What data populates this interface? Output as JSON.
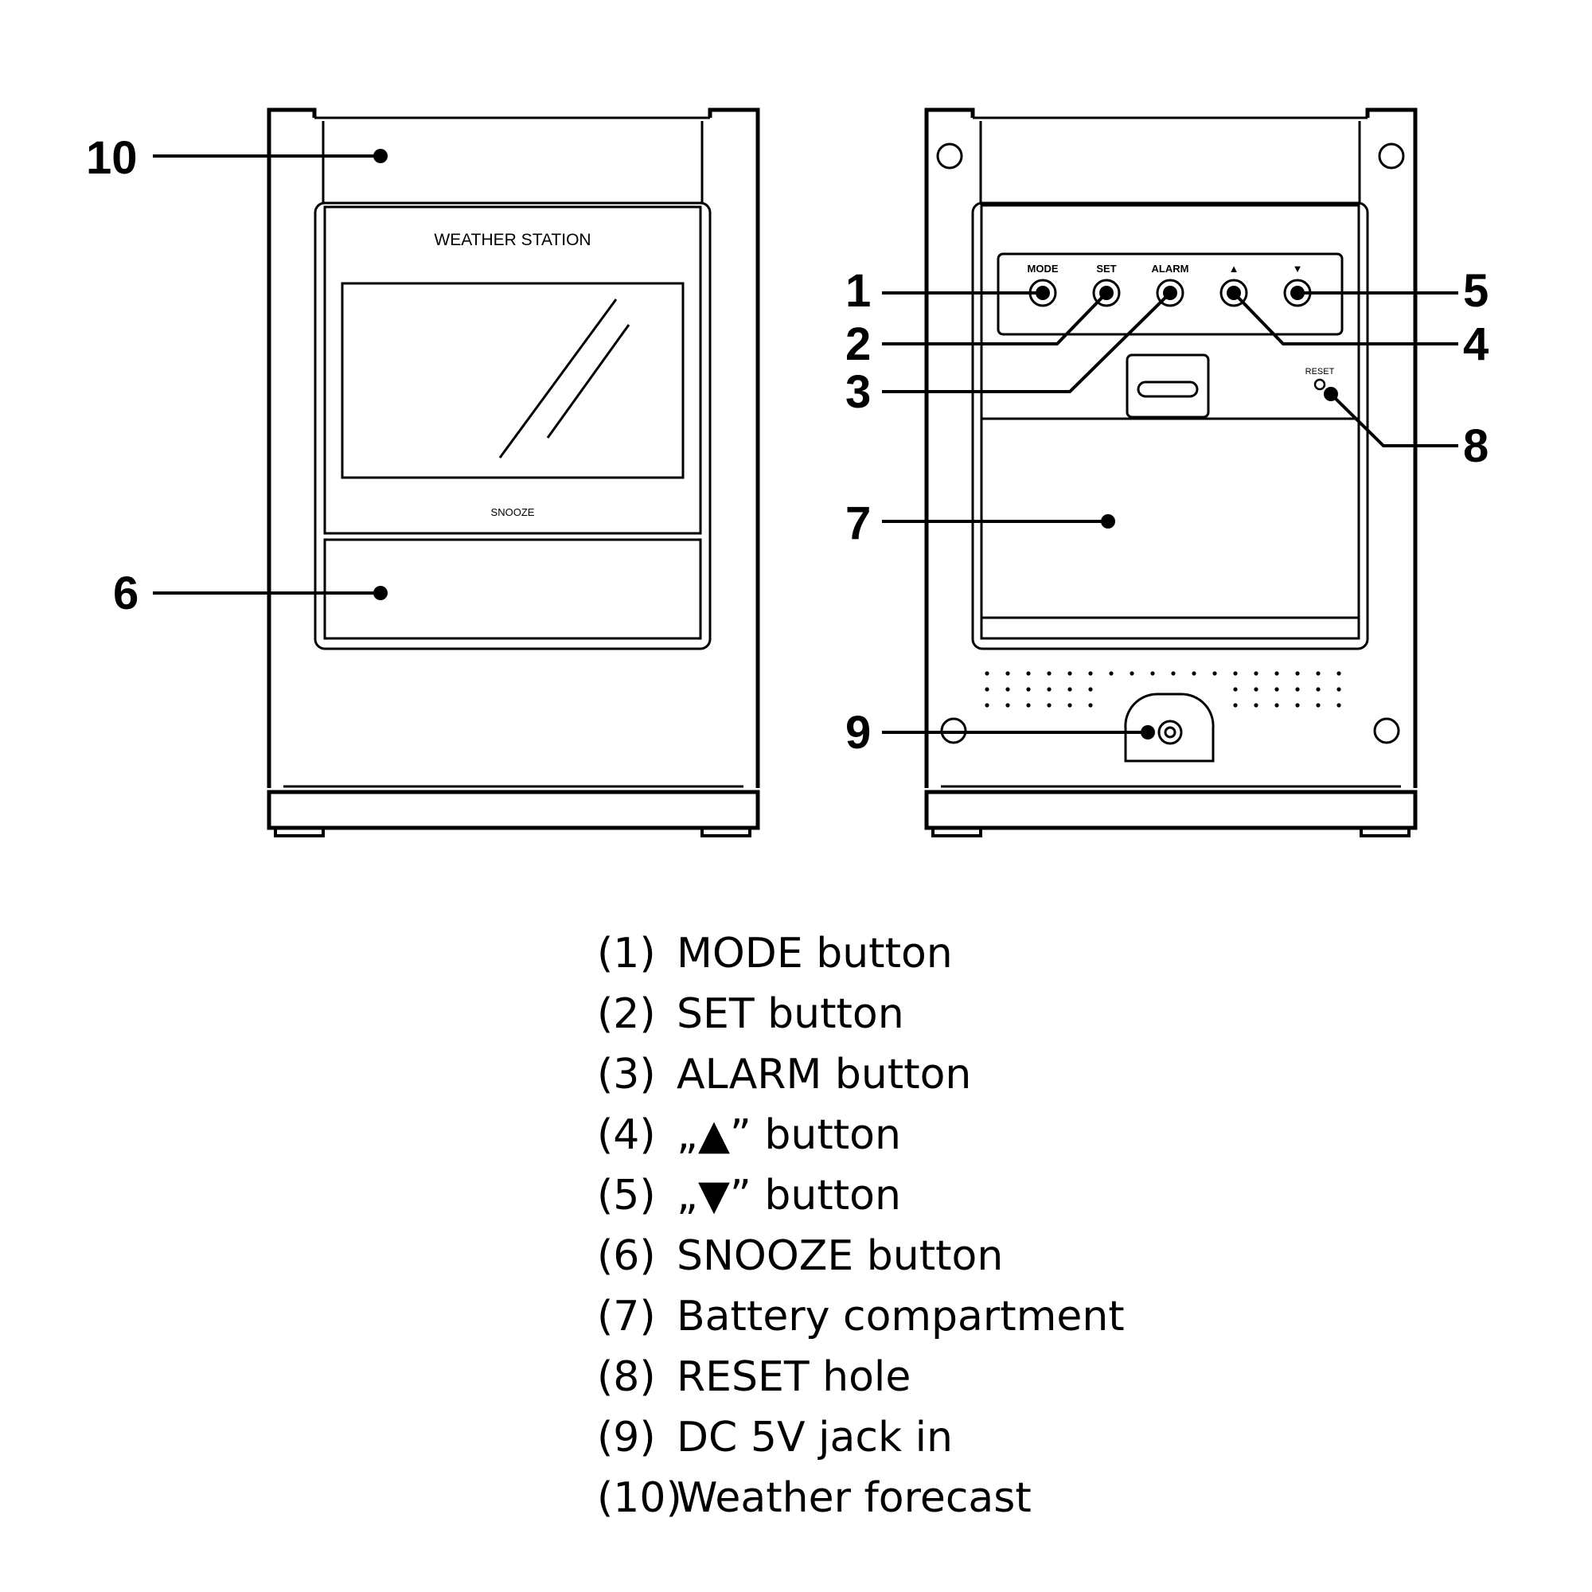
{
  "front": {
    "title": "WEATHER STATION",
    "snooze_label": "SNOOZE"
  },
  "back": {
    "buttons": [
      "MODE",
      "SET",
      "ALARM",
      "▲",
      "▼"
    ],
    "reset_label": "RESET"
  },
  "callouts": [
    "1",
    "2",
    "3",
    "4",
    "5",
    "6",
    "7",
    "8",
    "9",
    "10"
  ],
  "legend": [
    {
      "num": "(1)",
      "text": "MODE button"
    },
    {
      "num": "(2)",
      "text": "SET button"
    },
    {
      "num": "(3)",
      "text": "ALARM button"
    },
    {
      "num": "(4)",
      "text": "„▲” button"
    },
    {
      "num": "(5)",
      "text": "„▼” button"
    },
    {
      "num": "(6)",
      "text": "SNOOZE button"
    },
    {
      "num": "(7)",
      "text": "Battery compartment"
    },
    {
      "num": "(8)",
      "text": "RESET hole"
    },
    {
      "num": "(9)",
      "text": "DC 5V jack in"
    },
    {
      "num": "(10)",
      "text": "Weather forecast"
    }
  ]
}
